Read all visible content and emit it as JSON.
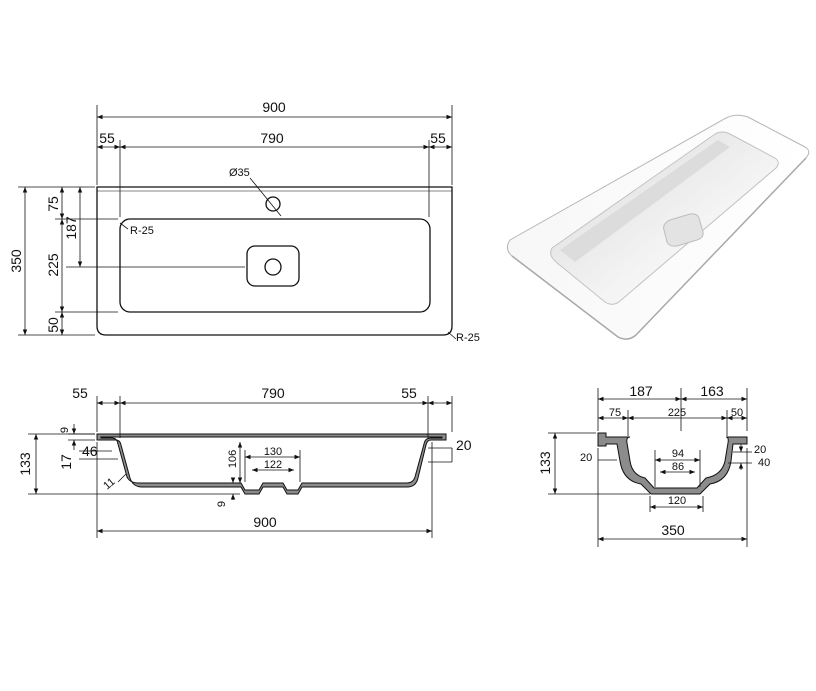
{
  "top_view": {
    "overall_width": "900",
    "left_margin": "55",
    "inner_width": "790",
    "right_margin": "55",
    "drain_hole": "Ø35",
    "inner_radius": "R-25",
    "outer_radius": "R-25",
    "overall_depth": "350",
    "back_margin": "75",
    "drain_offset": "187",
    "basin_depth": "225",
    "front_margin": "50"
  },
  "front_section": {
    "left_margin": "55",
    "inner_width": "790",
    "right_margin": "55",
    "rim_thickness": "9",
    "overall_height": "133",
    "lip_height": "17",
    "lip_offset": "46",
    "side_gap": "20",
    "wall_thickness": "11",
    "base_thickness": "9",
    "drain_height": "106",
    "drain_outer": "130",
    "drain_inner": "122",
    "overall_width": "900"
  },
  "side_section": {
    "back_part": "187",
    "front_part": "163",
    "back_margin": "75",
    "basin_depth": "225",
    "front_margin": "50",
    "overall_height": "133",
    "left_gap": "20",
    "right_gap": "20",
    "right_offset": "40",
    "drain_outer": "94",
    "drain_inner": "86",
    "base_width": "120",
    "overall_depth": "350"
  }
}
